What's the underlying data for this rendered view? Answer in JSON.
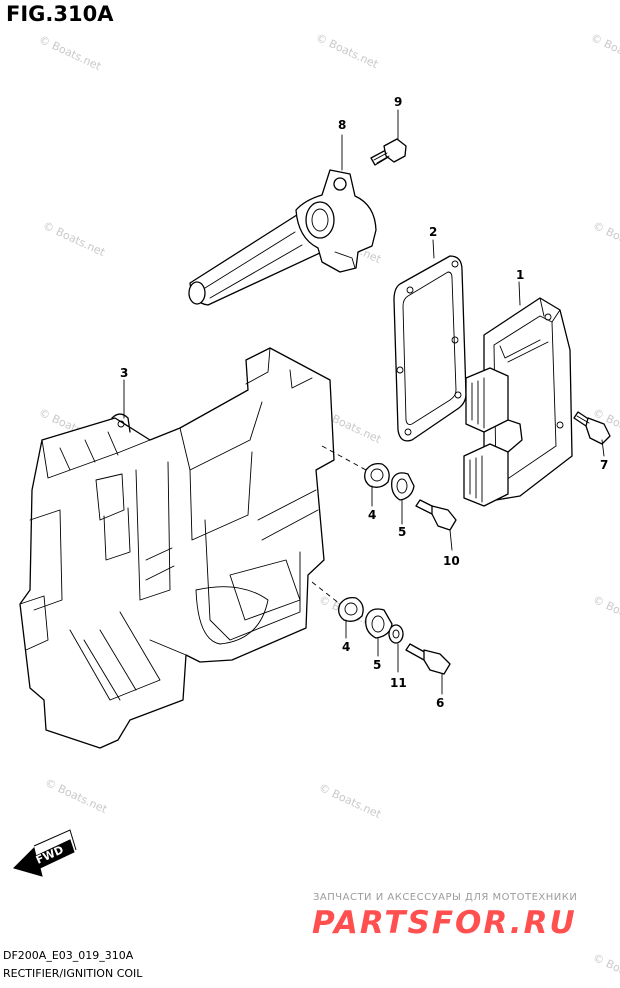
{
  "figure": {
    "title": "FIG.310A",
    "diagram_code": "DF200A_E03_019_310A",
    "caption": "RECTIFIER/IGNITION COIL"
  },
  "callouts": [
    "1",
    "2",
    "3",
    "4",
    "5",
    "6",
    "7",
    "8",
    "9",
    "10",
    "4",
    "5",
    "11"
  ],
  "watermark": "© Boats.net",
  "fwd_label": "FWD",
  "promo": {
    "subtitle": "ЗАПЧАСТИ И АКСЕССУАРЫ ДЛЯ МОТОТЕХНИКИ",
    "brand": "PARTSFOR.RU",
    "brand_color": "#ff4f4f"
  },
  "colors": {
    "line": "#000000",
    "watermark": "#c9c9c9",
    "background": "#ffffff"
  }
}
